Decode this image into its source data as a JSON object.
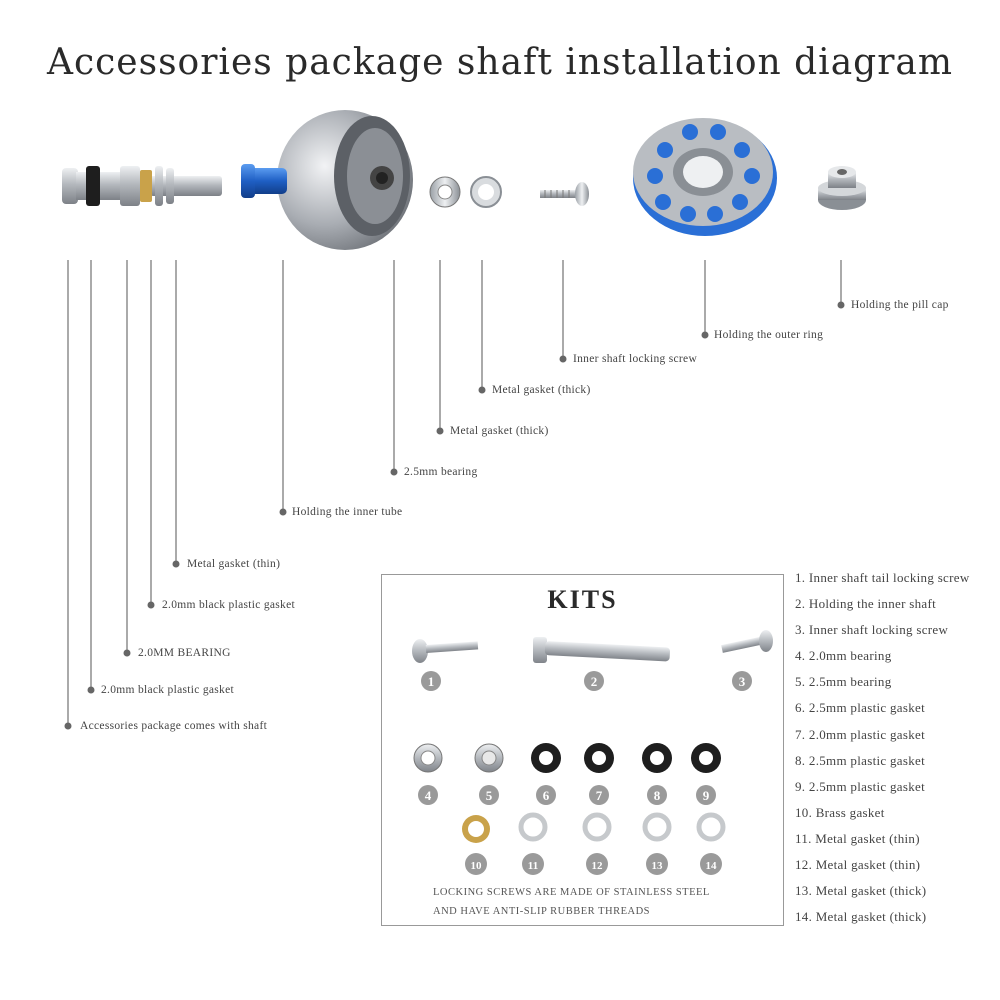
{
  "title": "Accessories package shaft installation diagram",
  "callouts": [
    {
      "id": "shaft-package",
      "label": "Accessories package comes with shaft"
    },
    {
      "id": "black-plastic-gasket-1",
      "label": "2.0mm black plastic gasket"
    },
    {
      "id": "bearing-2mm",
      "label": "2.0MM BEARING"
    },
    {
      "id": "black-plastic-gasket-2",
      "label": "2.0mm black plastic gasket"
    },
    {
      "id": "metal-gasket-thin",
      "label": "Metal gasket (thin)"
    },
    {
      "id": "inner-tube",
      "label": "Holding the inner tube"
    },
    {
      "id": "bearing-2-5mm",
      "label": "2.5mm bearing"
    },
    {
      "id": "metal-gasket-thick-1",
      "label": "Metal gasket (thick)"
    },
    {
      "id": "metal-gasket-thick-2",
      "label": "Metal gasket (thick)"
    },
    {
      "id": "inner-shaft-locking-screw",
      "label": "Inner shaft locking screw"
    },
    {
      "id": "outer-ring",
      "label": "Holding the outer ring"
    },
    {
      "id": "pill-cap",
      "label": "Holding the pill cap"
    }
  ],
  "kits": {
    "title": "KITS",
    "numbers": [
      "1",
      "2",
      "3",
      "4",
      "5",
      "6",
      "7",
      "8",
      "9",
      "10",
      "11",
      "12",
      "13",
      "14"
    ],
    "note_line1": "LOCKING SCREWS ARE MADE OF STAINLESS STEEL",
    "note_line2": "AND HAVE ANTI-SLIP RUBBER THREADS"
  },
  "kit_list": [
    "1. Inner shaft tail locking screw",
    "2. Holding the inner shaft",
    "3. Inner shaft locking screw",
    "4. 2.0mm bearing",
    "5. 2.5mm bearing",
    "6. 2.5mm plastic gasket",
    "7. 2.0mm plastic gasket",
    "8. 2.5mm plastic gasket",
    "9. 2.5mm plastic gasket",
    "10. Brass gasket",
    "11. Metal gasket (thin)",
    "12. Metal gasket (thin)",
    "13. Metal gasket (thick)",
    "14. Metal gasket (thick)"
  ],
  "colors": {
    "accent_blue": "#2a6fd6",
    "metal": "#b9bdc2",
    "brass": "#c9a24a",
    "black_part": "#1e1e1e",
    "number_badge": "#9a9a9a"
  }
}
